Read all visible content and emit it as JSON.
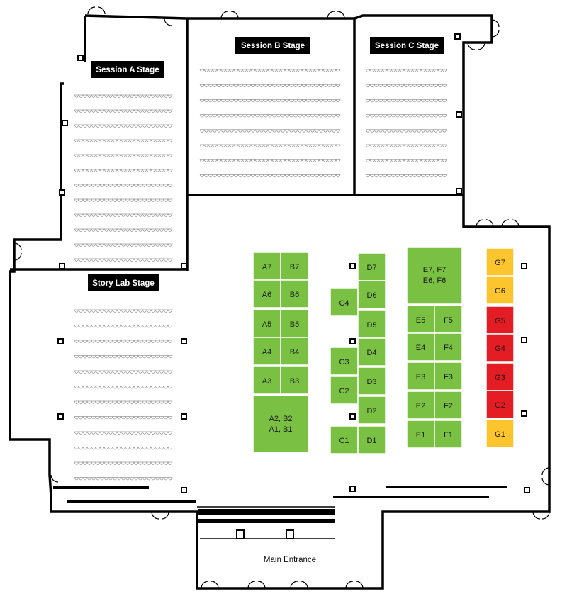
{
  "stages": [
    {
      "id": "session-a",
      "title": "Session A Stage"
    },
    {
      "id": "session-b",
      "title": "Session B Stage"
    },
    {
      "id": "session-c",
      "title": "Session C Stage"
    },
    {
      "id": "story-lab",
      "title": "Story Lab Stage"
    }
  ],
  "entrance": {
    "label": "Main Entrance"
  },
  "colors": {
    "booth_green": "#7ac143",
    "booth_yellow": "#fcc52d",
    "booth_red": "#e31d23",
    "wall": "#000000",
    "seat": "#9a9a9a",
    "stage_label_bg": "#000000"
  },
  "booth_groups": {
    "A_B": [
      "A7",
      "B7",
      "A6",
      "B6",
      "A5",
      "B5",
      "A4",
      "B4",
      "A3",
      "B3",
      "A2, B2",
      "A1, B1"
    ],
    "C_D": [
      "D7",
      "C4",
      "D6",
      "D5",
      "C3",
      "D4",
      "C2",
      "D3",
      "D2",
      "C1",
      "D1"
    ],
    "E_F": [
      "E7, F7",
      "E6, F6",
      "E5",
      "F5",
      "E4",
      "F4",
      "E3",
      "F3",
      "E2",
      "F2",
      "E1",
      "F1"
    ],
    "G": [
      {
        "label": "G7",
        "status": "yellow"
      },
      {
        "label": "G6",
        "status": "yellow"
      },
      {
        "label": "G5",
        "status": "red"
      },
      {
        "label": "G4",
        "status": "red"
      },
      {
        "label": "G3",
        "status": "red"
      },
      {
        "label": "G2",
        "status": "red"
      },
      {
        "label": "G1",
        "status": "yellow"
      }
    ]
  }
}
